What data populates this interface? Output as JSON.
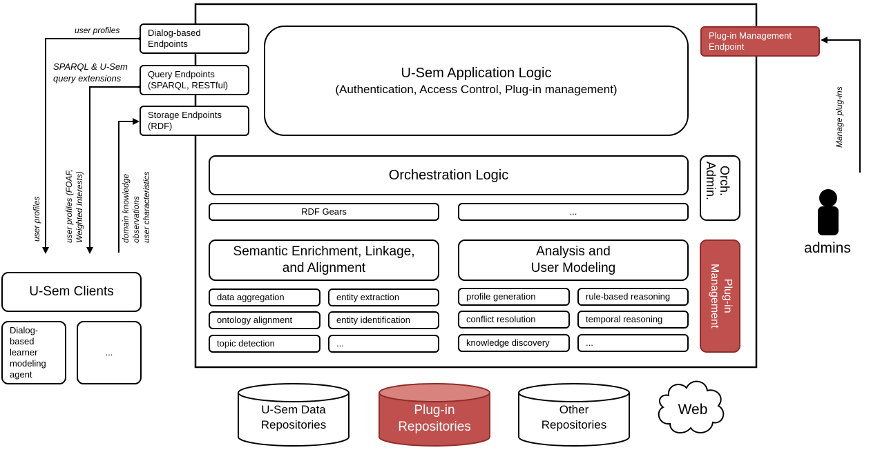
{
  "endpoints": {
    "dialog": "Dialog-based\nEndpoints",
    "query": "Query Endpoints\n(SPARQL, RESTful)",
    "storage": "Storage Endpoints\n(RDF)",
    "plugin_management": "Plug-in Management\nEndpoint"
  },
  "app_logic": {
    "title": "U-Sem Application Logic",
    "subtitle": "(Authentication, Access Control, Plug-in management)"
  },
  "orchestration": {
    "title": "Orchestration Logic",
    "admin": "Orch.\nAdmin.",
    "gears": [
      "RDF Gears",
      "..."
    ]
  },
  "plugin_management_side": "Plug-in\nManagement",
  "semantic": {
    "title": "Semantic Enrichment, Linkage,\nand Alignment",
    "items": [
      "data aggregation",
      "entity extraction",
      "ontology alignment",
      "entity identification",
      "topic detection",
      "..."
    ]
  },
  "analysis": {
    "title": "Analysis and\nUser Modeling",
    "items": [
      "profile generation",
      "rule-based reasoning",
      "conflict resolution",
      "temporal reasoning",
      "knowledge discovery",
      "..."
    ]
  },
  "clients": {
    "title": "U-Sem Clients",
    "agent": "Dialog-\nbased\nlearner\nmodeling\nagent",
    "more": "..."
  },
  "repositories": {
    "usem": "U-Sem Data\nRepositories",
    "plugin": "Plug-in\nRepositories",
    "other": "Other\nRepositories",
    "web": "Web"
  },
  "admins": "admins",
  "labels": {
    "user_profiles_top": "user profiles",
    "sparql_ext": "SPARQL & U-Sem\nquery extensions",
    "user_profiles_vertical": "user profiles",
    "user_profiles_foaf": "user profiles (FOAF,\nWeighted Interests)",
    "domain_knowledge": "domain knowledge\nobservations\nuser characteristics",
    "manage_plugins": "Manage plug-ins"
  },
  "colors": {
    "accent": "#c0504d",
    "accent_border": "#8c2d2b",
    "line": "#000000"
  }
}
